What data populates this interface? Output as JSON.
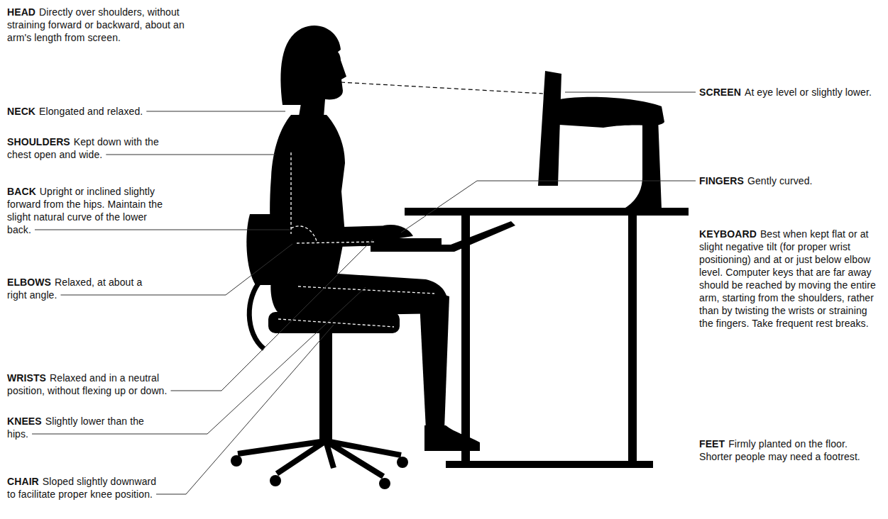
{
  "diagram": {
    "labels": [
      "HEAD",
      "Directly over shoulders, without straining forward or backward, about an arm's length from screen.",
      "NECK",
      "Elongated and relaxed.",
      "SHOULDERS",
      "Kept down with the chest open and wide.",
      "BACK",
      "Upright or inclined slightly forward from the hips. Maintain the slight natural curve of the lower back.",
      "ELBOWS",
      "Relaxed, at about a right angle.",
      "WRISTS",
      "Relaxed and in a neutral position, without flexing up or down.",
      "KNEES",
      "Slightly lower than the hips.",
      "CHAIR",
      "Sloped slightly downward to facilitate proper knee position.",
      "SCREEN",
      "At eye level or slightly lower.",
      "FINGERS",
      "Gently curved.",
      "KEYBOARD",
      "Best when kept flat or at slight negative tilt (for proper wrist positioning) and at or just below elbow level. Computer keys that are far away should be reached by moving the entire arm, starting from the shoulders, rather than by twisting the wrists or straining the fingers. Take frequent rest breaks.",
      "FEET",
      "Firmly planted on the floor. Shorter people may need a footrest."
    ]
  }
}
